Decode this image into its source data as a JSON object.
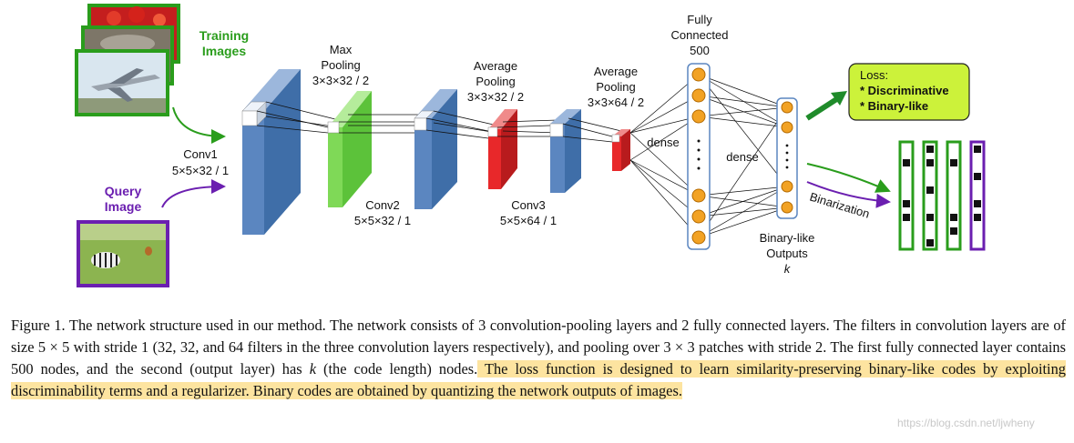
{
  "figure": {
    "training_label": [
      "Training",
      "Images"
    ],
    "query_label": [
      "Query",
      "Image"
    ],
    "conv1": [
      "Conv1",
      "5×5×32 / 1"
    ],
    "maxpool": [
      "Max",
      "Pooling",
      "3×3×32 / 2"
    ],
    "conv2": [
      "Conv2",
      "5×5×32 / 1"
    ],
    "avgpool1": [
      "Average",
      "Pooling",
      "3×3×32 / 2"
    ],
    "conv3": [
      "Conv3",
      "5×5×64 / 1"
    ],
    "avgpool2": [
      "Average",
      "Pooling",
      "3×3×64 / 2"
    ],
    "fc": [
      "Fully",
      "Connected",
      "500"
    ],
    "dense1": "dense",
    "dense2": "dense",
    "outputs": [
      "Binary-like",
      "Outputs",
      "k"
    ],
    "loss": {
      "title": "Loss:",
      "item1": "* Discriminative",
      "item2": "* Binary-like"
    },
    "binarization": "Binarization",
    "colors": {
      "green": "#2a9d1c",
      "purple": "#6b1fb0",
      "conv_blue": "#5b86c0",
      "pool_green": "#7fd957",
      "pool_red": "#e8282a",
      "node_orange": "#f2a224",
      "loss_fill": "#ccf23a",
      "highlight": "#fde4a0"
    }
  },
  "caption": {
    "part1": "Figure 1. The network structure used in our method. The network consists of 3 convolution-pooling layers and 2 fully connected layers. The filters in convolution layers are of size 5 × 5 with stride 1 (32, 32, and 64 filters in the three convolution layers respectively), and pooling over 3 × 3 patches with stride 2. The first fully connected layer contains 500 nodes, and the second (output layer) has ",
    "k": "k",
    "part2": " (the code length) nodes.",
    "highlighted": " The loss function is designed to learn similarity-preserving binary-like codes by exploiting discriminability terms and a regularizer. Binary codes are obtained by quantizing the network outputs of images."
  },
  "watermark": "https://blog.csdn.net/ljwheny"
}
